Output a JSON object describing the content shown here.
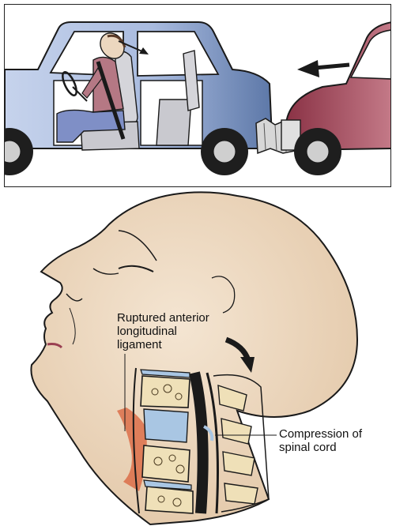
{
  "labels": {
    "ligament": [
      "Ruptured anterior",
      "longitudinal",
      "ligament"
    ],
    "cord": [
      "Compression of",
      "spinal cord"
    ]
  },
  "colors": {
    "car_front": "#b9cae6",
    "car_rear": "#6f89b8",
    "striking_car": "#9a4052",
    "skin": "#ecd7bf",
    "bone": "#efe0b8",
    "disc": "#a9c6e3",
    "hemorrhage": "#d9603a",
    "outline": "#1a1a1a"
  },
  "icons": [
    "impact-arrow-icon",
    "head-motion-arrow-icon",
    "hyperextension-arrow-icon"
  ]
}
